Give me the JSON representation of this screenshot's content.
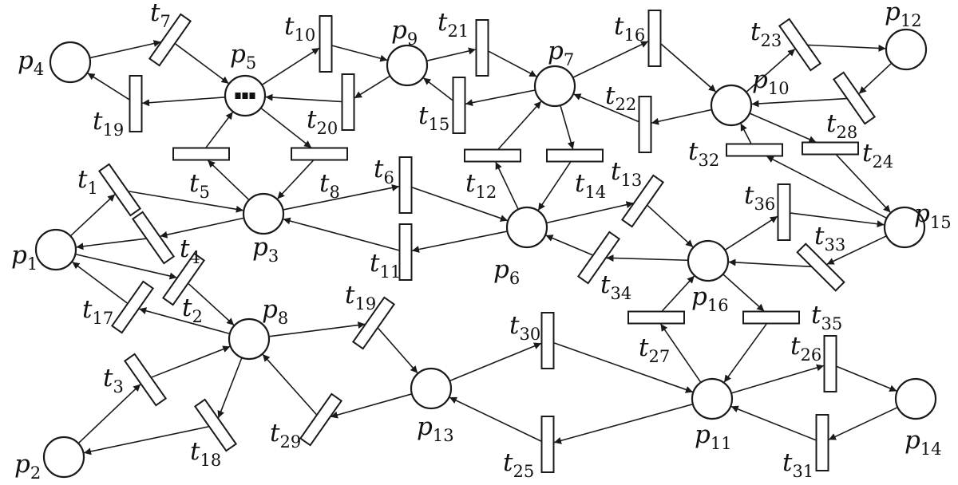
{
  "places": [
    {
      "id": "p1",
      "sub": "1",
      "marking": 0
    },
    {
      "id": "p2",
      "sub": "2",
      "marking": 0
    },
    {
      "id": "p3",
      "sub": "3",
      "marking": 0
    },
    {
      "id": "p4",
      "sub": "4",
      "marking": 0
    },
    {
      "id": "p5",
      "sub": "5",
      "marking": 3
    },
    {
      "id": "p6",
      "sub": "6",
      "marking": 0
    },
    {
      "id": "p7",
      "sub": "7",
      "marking": 0
    },
    {
      "id": "p8",
      "sub": "8",
      "marking": 0
    },
    {
      "id": "p9",
      "sub": "9",
      "marking": 0
    },
    {
      "id": "p10",
      "sub": "10",
      "marking": 0
    },
    {
      "id": "p11",
      "sub": "11",
      "marking": 0
    },
    {
      "id": "p12",
      "sub": "12",
      "marking": 0
    },
    {
      "id": "p13",
      "sub": "13",
      "marking": 0
    },
    {
      "id": "p14",
      "sub": "14",
      "marking": 0
    },
    {
      "id": "p15",
      "sub": "15",
      "marking": 0
    },
    {
      "id": "p16",
      "sub": "16",
      "marking": 0
    }
  ],
  "transitions": [
    {
      "id": "t1",
      "sub": "1"
    },
    {
      "id": "t2",
      "sub": "2"
    },
    {
      "id": "t3",
      "sub": "3"
    },
    {
      "id": "t4",
      "sub": "4"
    },
    {
      "id": "t5",
      "sub": "5"
    },
    {
      "id": "t6",
      "sub": "6"
    },
    {
      "id": "t7",
      "sub": "7"
    },
    {
      "id": "t8",
      "sub": "8"
    },
    {
      "id": "t10",
      "sub": "10"
    },
    {
      "id": "t11",
      "sub": "11"
    },
    {
      "id": "t12",
      "sub": "12"
    },
    {
      "id": "t13",
      "sub": "13"
    },
    {
      "id": "t14",
      "sub": "14"
    },
    {
      "id": "t15",
      "sub": "15"
    },
    {
      "id": "t16",
      "sub": "16"
    },
    {
      "id": "t17",
      "sub": "17"
    },
    {
      "id": "t18",
      "sub": "18"
    },
    {
      "id": "t19a",
      "sub": "19"
    },
    {
      "id": "t19b",
      "sub": "19"
    },
    {
      "id": "t20",
      "sub": "20"
    },
    {
      "id": "t21",
      "sub": "21"
    },
    {
      "id": "t22",
      "sub": "22"
    },
    {
      "id": "t23",
      "sub": "23"
    },
    {
      "id": "t24",
      "sub": "24"
    },
    {
      "id": "t25",
      "sub": "25"
    },
    {
      "id": "t26",
      "sub": "26"
    },
    {
      "id": "t27",
      "sub": "27"
    },
    {
      "id": "t28",
      "sub": "28"
    },
    {
      "id": "t29",
      "sub": "29"
    },
    {
      "id": "t30",
      "sub": "30"
    },
    {
      "id": "t31",
      "sub": "31"
    },
    {
      "id": "t32",
      "sub": "32"
    },
    {
      "id": "t33",
      "sub": "33"
    },
    {
      "id": "t34",
      "sub": "34"
    },
    {
      "id": "t35",
      "sub": "35"
    },
    {
      "id": "t36",
      "sub": "36"
    }
  ],
  "arcs": [
    [
      "p4",
      "t7"
    ],
    [
      "t7",
      "p5"
    ],
    [
      "p5",
      "t19a"
    ],
    [
      "t19a",
      "p4"
    ],
    [
      "p5",
      "t10"
    ],
    [
      "t10",
      "p9"
    ],
    [
      "p9",
      "t20"
    ],
    [
      "t20",
      "p5"
    ],
    [
      "p9",
      "t21"
    ],
    [
      "t21",
      "p7"
    ],
    [
      "p7",
      "t15"
    ],
    [
      "t15",
      "p9"
    ],
    [
      "p7",
      "t16"
    ],
    [
      "t16",
      "p10"
    ],
    [
      "p10",
      "t22"
    ],
    [
      "t22",
      "p7"
    ],
    [
      "p10",
      "t23"
    ],
    [
      "t23",
      "p12"
    ],
    [
      "p12",
      "t28"
    ],
    [
      "t28",
      "p10"
    ],
    [
      "p10",
      "t24"
    ],
    [
      "t24",
      "p15"
    ],
    [
      "p15",
      "t32"
    ],
    [
      "t32",
      "p10"
    ],
    [
      "p15",
      "t33"
    ],
    [
      "t33",
      "p16"
    ],
    [
      "p16",
      "t36"
    ],
    [
      "t36",
      "p15"
    ],
    [
      "p3",
      "t5"
    ],
    [
      "t5",
      "p5"
    ],
    [
      "p5",
      "t8"
    ],
    [
      "t8",
      "p3"
    ],
    [
      "p6",
      "t12"
    ],
    [
      "t12",
      "p7"
    ],
    [
      "p7",
      "t14"
    ],
    [
      "t14",
      "p6"
    ],
    [
      "p3",
      "t6"
    ],
    [
      "t6",
      "p6"
    ],
    [
      "p6",
      "t11"
    ],
    [
      "t11",
      "p3"
    ],
    [
      "p6",
      "t13"
    ],
    [
      "t13",
      "p16"
    ],
    [
      "p16",
      "t34"
    ],
    [
      "t34",
      "p6"
    ],
    [
      "p1",
      "t1"
    ],
    [
      "t1",
      "p3"
    ],
    [
      "p3",
      "t4"
    ],
    [
      "t4",
      "p1"
    ],
    [
      "p1",
      "t2"
    ],
    [
      "t2",
      "p8"
    ],
    [
      "p8",
      "t17"
    ],
    [
      "t17",
      "p1"
    ],
    [
      "p2",
      "t3"
    ],
    [
      "t3",
      "p8"
    ],
    [
      "p8",
      "t18"
    ],
    [
      "t18",
      "p2"
    ],
    [
      "p8",
      "t19b"
    ],
    [
      "t19b",
      "p13"
    ],
    [
      "p13",
      "t29"
    ],
    [
      "t29",
      "p8"
    ],
    [
      "p13",
      "t30"
    ],
    [
      "t30",
      "p11"
    ],
    [
      "p11",
      "t25"
    ],
    [
      "t25",
      "p13"
    ],
    [
      "p11",
      "t27"
    ],
    [
      "t27",
      "p16"
    ],
    [
      "p16",
      "t35"
    ],
    [
      "t35",
      "p11"
    ],
    [
      "p11",
      "t26"
    ],
    [
      "t26",
      "p14"
    ],
    [
      "p14",
      "t31"
    ],
    [
      "t31",
      "p11"
    ]
  ]
}
